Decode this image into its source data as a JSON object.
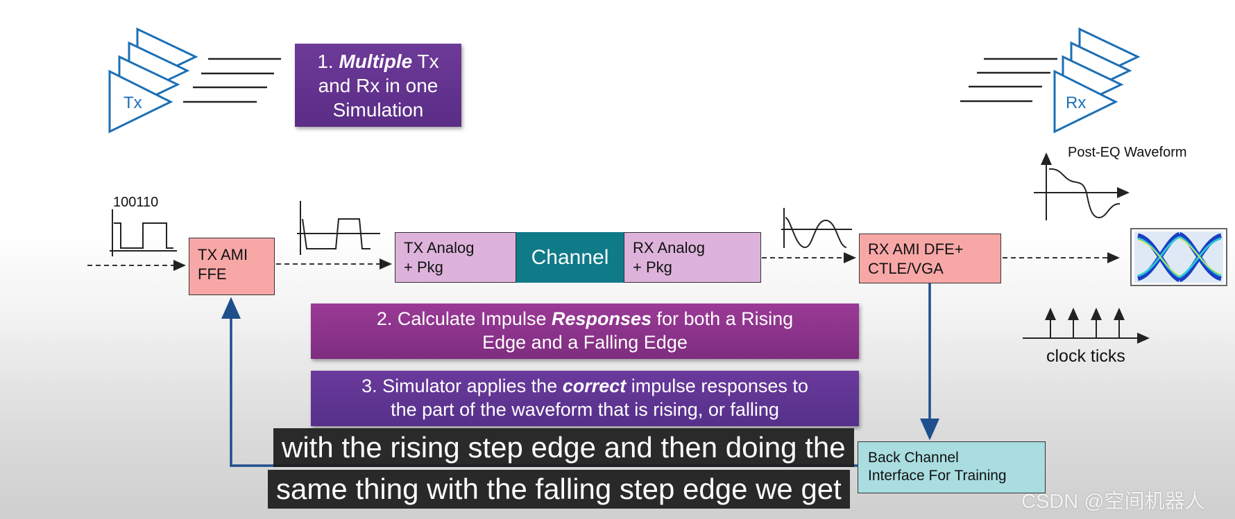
{
  "callouts": {
    "c1_line1_num": "1. ",
    "c1_line1_em": "Multiple",
    "c1_line1_rest": " Tx",
    "c1_line2": "and Rx in one",
    "c1_line3": "Simulation",
    "c2_pre": "2. Calculate Impulse ",
    "c2_em": "Responses",
    "c2_post": " for both a Rising",
    "c2_line2": "Edge and a Falling Edge",
    "c3_pre": "3. Simulator applies the ",
    "c3_em": "correct",
    "c3_post": " impulse responses to",
    "c3_line2": "the part of the waveform that is rising, or falling"
  },
  "blocks": {
    "tx_ami_l1": "TX AMI",
    "tx_ami_l2": "FFE",
    "tx_analog_l1": "TX Analog",
    "tx_analog_l2": "+ Pkg",
    "channel": "Channel",
    "rx_analog_l1": "RX Analog",
    "rx_analog_l2": "+ Pkg",
    "rx_ami_l1": "RX AMI DFE+",
    "rx_ami_l2": "CTLE/VGA",
    "back_l1": "Back Channel",
    "back_l2": "Interface For Training"
  },
  "labels": {
    "bits": "100110",
    "tx": "Tx",
    "rx": "Rx",
    "post_eq": "Post-EQ Waveform",
    "clock_ticks": "clock ticks"
  },
  "subtitles": {
    "line1": "with the rising step edge and then doing the",
    "line2": "same thing with the falling step edge we get"
  },
  "watermark": "CSDN @空间机器人",
  "colors": {
    "wire": "#1f4e8c",
    "triangle": "#1c6fb6",
    "channel": "#0f7a88"
  }
}
